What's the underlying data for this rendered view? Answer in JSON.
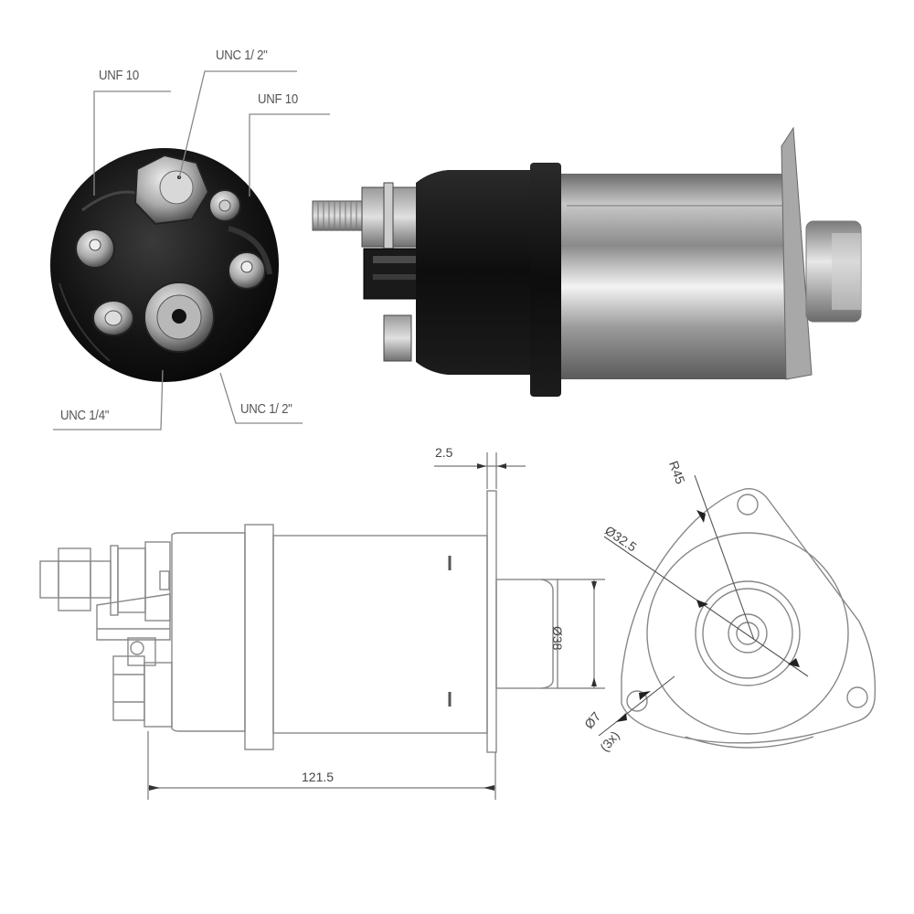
{
  "photo_callouts": {
    "top_left": "UNF 10",
    "top_center": "UNC 1/ 2\"",
    "top_right": "UNF 10",
    "bottom_left": "UNC 1/4\"",
    "bottom_right": "UNC 1/ 2\""
  },
  "drawing_dimensions": {
    "flange_thickness": "2.5",
    "overall_length": "121.5",
    "plunger_diameter": "Ø38",
    "bolt_circle_radius": "R45",
    "body_diameter": "Ø32.5",
    "mount_hole_diameter": "Ø7",
    "mount_hole_count": "(3x)"
  },
  "colors": {
    "line": "#777777",
    "text": "#555555",
    "solenoid_cap": "#1a1a1a",
    "solenoid_body": "#b8b8b8"
  }
}
